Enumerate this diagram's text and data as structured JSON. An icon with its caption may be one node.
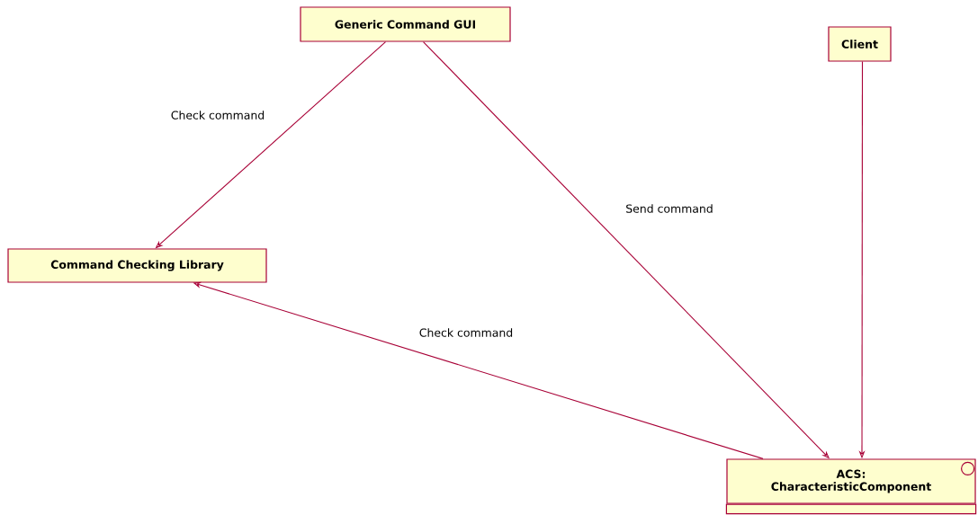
{
  "diagram": {
    "nodes": [
      {
        "text": [
          "Generic Command GUI"
        ]
      },
      {
        "text": [
          "Client"
        ]
      },
      {
        "text": [
          "Command Checking Library"
        ]
      },
      {
        "text": [
          "ACS: CharacteristicComponent"
        ]
      }
    ],
    "edges": [
      {
        "from": 0,
        "to": 2,
        "arrow": "to",
        "label": "Check command"
      },
      {
        "from": 0,
        "to": 3,
        "arrow": "to",
        "label": "Send command"
      },
      {
        "from": 1,
        "to": 3,
        "arrow": "to"
      },
      {
        "from": 3,
        "to": 2,
        "arrow": "to",
        "label": "Check command"
      }
    ]
  }
}
